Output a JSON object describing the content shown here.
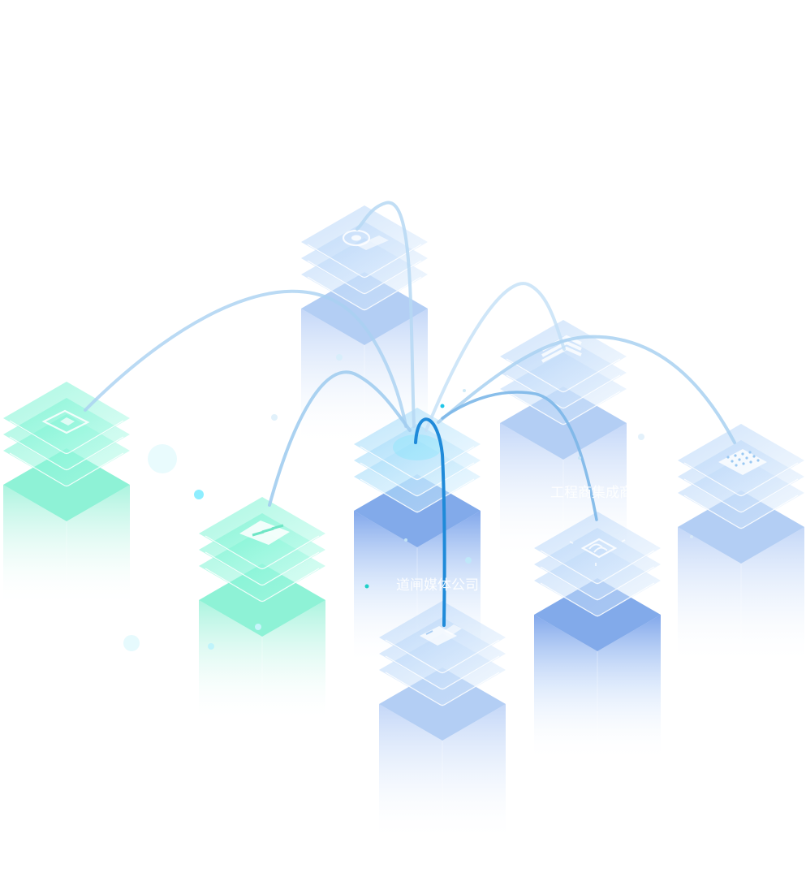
{
  "illustration": {
    "title_hidden": "",
    "labels": {
      "integrator": "工程商集成商",
      "media_company": "道闸媒体公司"
    },
    "pillars": [
      {
        "id": "left-green",
        "theme": "green",
        "icon": "dashboard-icon"
      },
      {
        "id": "mid-green",
        "theme": "green",
        "icon": "server-rack-icon"
      },
      {
        "id": "top-blue",
        "theme": "blue",
        "icon": "camera-icon"
      },
      {
        "id": "center-blue",
        "theme": "deep-blue",
        "icon": "hub-icon"
      },
      {
        "id": "right-upper-blue",
        "theme": "blue",
        "icon": "layers-icon"
      },
      {
        "id": "far-right-blue",
        "theme": "blue",
        "icon": "keypad-icon"
      },
      {
        "id": "right-lower-blue",
        "theme": "deep-blue",
        "icon": "chip-icon"
      },
      {
        "id": "bottom-blue",
        "theme": "blue",
        "icon": "gate-icon"
      }
    ],
    "colors": {
      "green_top": "#7ef5d6",
      "green_side": "#b9f6e6",
      "blue_top": "#9cc8f5",
      "blue_side": "#cfe2fb",
      "deep_blue": "#5d93e6",
      "arc": "#8cc4ee",
      "arc_strong": "#1f8ad9",
      "dot": "#48e6ff"
    }
  }
}
